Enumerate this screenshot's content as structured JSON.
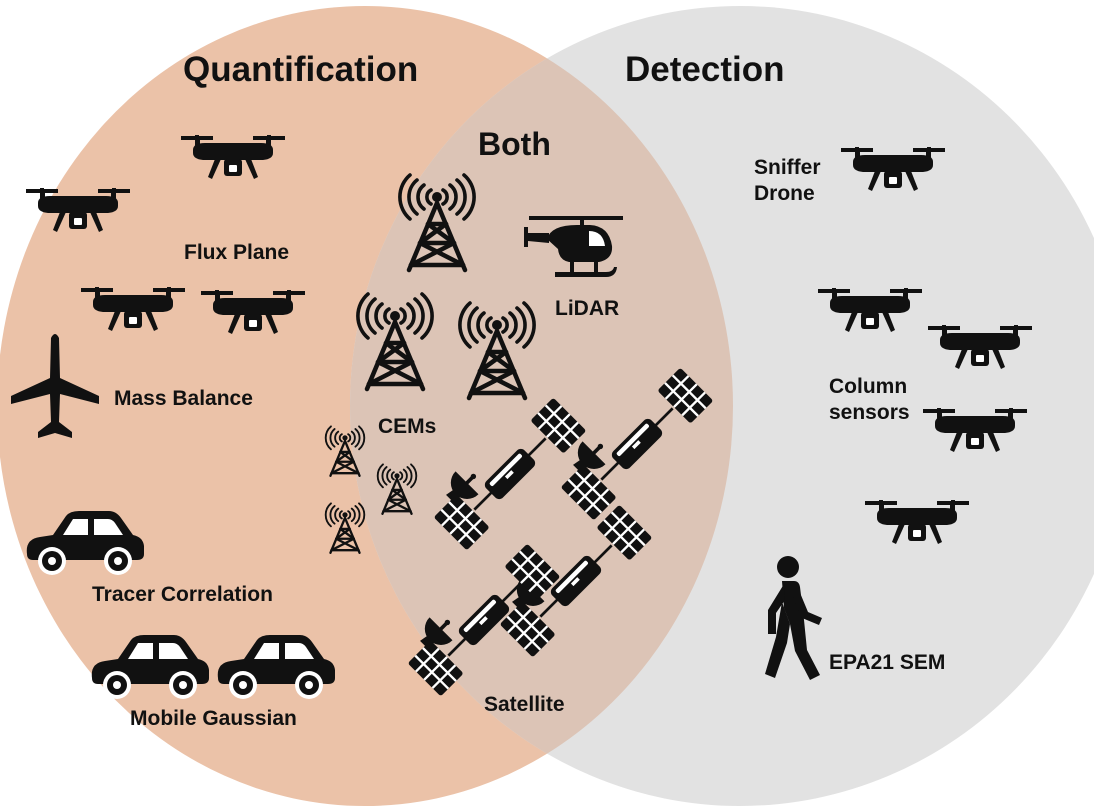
{
  "colors": {
    "quantification_circle": "#ebc2a8",
    "detection_circle": "#e2e2e2",
    "overlap": "#dcc4b6",
    "icon": "#111111",
    "text": "#111111"
  },
  "regions": {
    "quantification": "Quantification",
    "detection": "Detection",
    "both": "Both"
  },
  "methods": {
    "quantification": [
      "Flux Plane",
      "Mass Balance",
      "Tracer Correlation",
      "Mobile Gaussian"
    ],
    "both": [
      "LiDAR",
      "CEMs",
      "Satellite"
    ],
    "detection": [
      "Sniffer Drone",
      "Column sensors",
      "EPA21 SEM"
    ]
  },
  "icons": {
    "drone": "drone-icon",
    "airplane": "airplane-icon",
    "car": "car-icon",
    "radio_tower": "radio-tower-icon",
    "helicopter": "helicopter-icon",
    "satellite": "satellite-icon",
    "walking_person": "walking-person-icon"
  }
}
